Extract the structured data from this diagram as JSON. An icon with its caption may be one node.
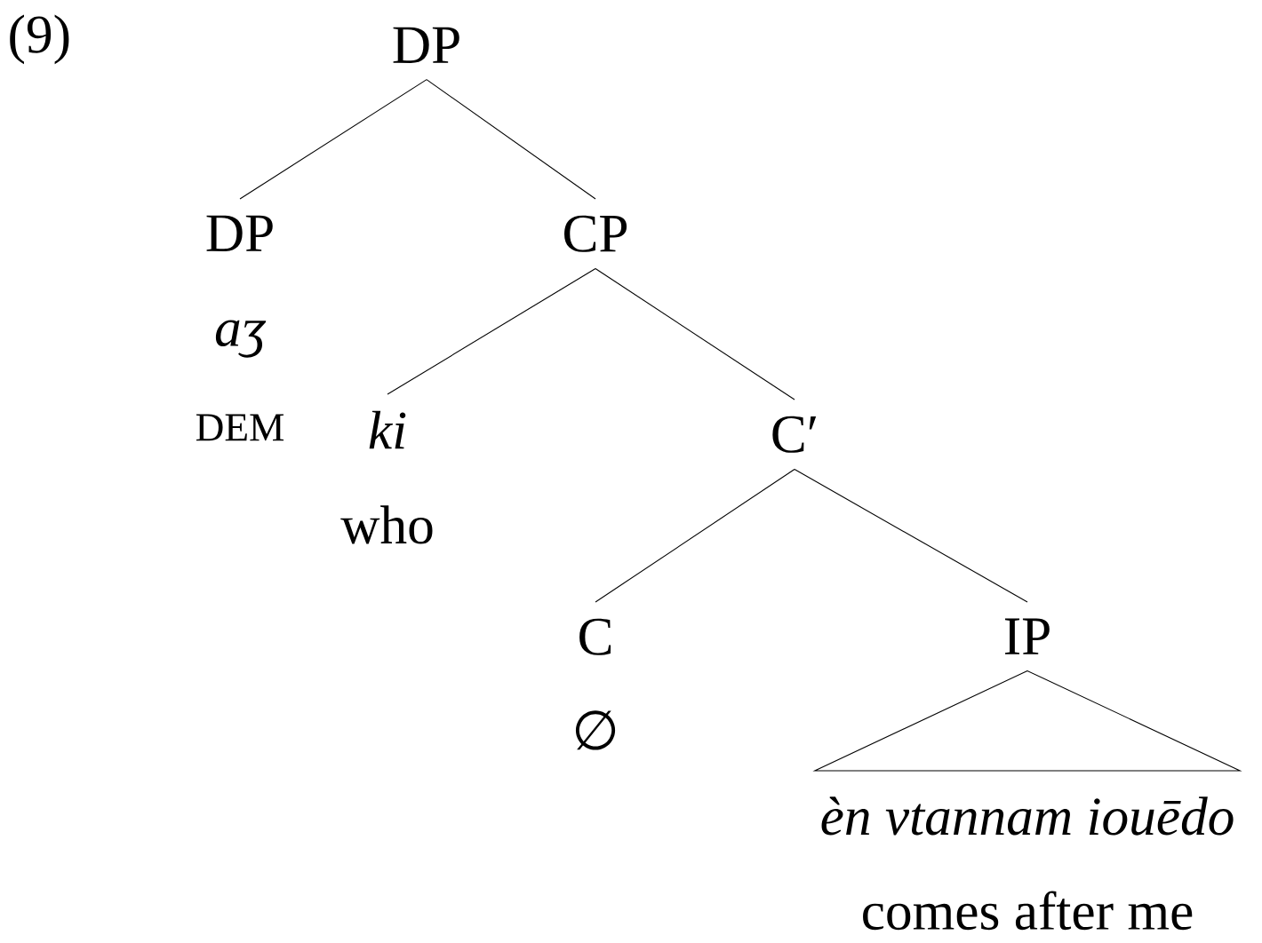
{
  "diagram": {
    "nodes": [
      {
        "text": [
          "DP"
        ]
      },
      {
        "text": [
          "DP",
          "aʒ",
          "DEM"
        ]
      },
      {
        "text": [
          "CP"
        ]
      },
      {
        "text": [
          "ki",
          "who"
        ]
      },
      {
        "text": [
          "C′"
        ]
      },
      {
        "text": [
          "C",
          "∅"
        ]
      },
      {
        "text": [
          "IP"
        ]
      },
      {
        "text": [
          "èn vtannam iouēdo",
          "comes after me"
        ]
      }
    ],
    "edges": [
      {
        "from": 0,
        "to": 1,
        "arrow": "none"
      },
      {
        "from": 0,
        "to": 2,
        "arrow": "none"
      },
      {
        "from": 2,
        "to": 3,
        "arrow": "none"
      },
      {
        "from": 2,
        "to": 4,
        "arrow": "none"
      },
      {
        "from": 4,
        "to": 5,
        "arrow": "none"
      },
      {
        "from": 4,
        "to": 6,
        "arrow": "none"
      },
      {
        "from": 6,
        "to": 7,
        "arrow": "none"
      }
    ],
    "labels": [
      "(9)"
    ]
  }
}
